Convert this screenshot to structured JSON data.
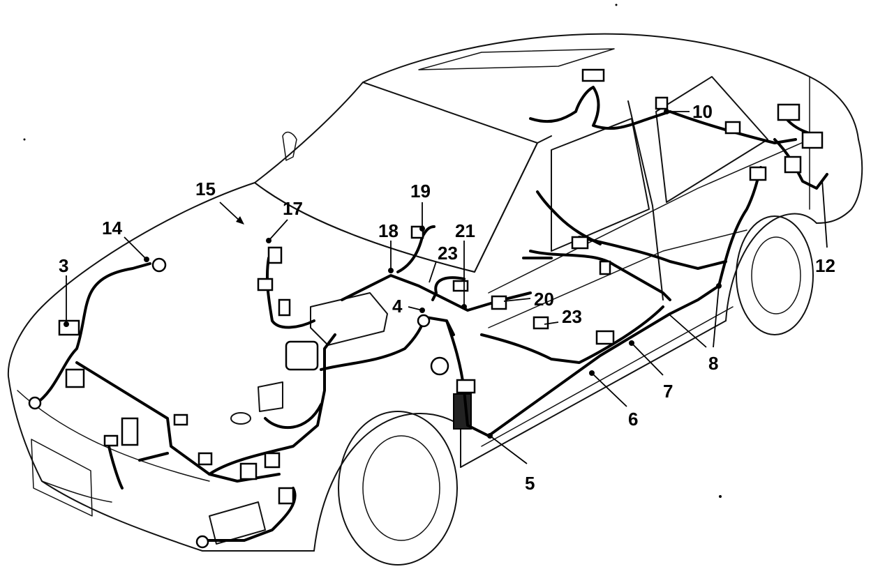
{
  "diagram": {
    "callouts": [
      {
        "id": "c3",
        "text": "3"
      },
      {
        "id": "c4",
        "text": "4"
      },
      {
        "id": "c5",
        "text": "5"
      },
      {
        "id": "c6",
        "text": "6"
      },
      {
        "id": "c7",
        "text": "7"
      },
      {
        "id": "c8",
        "text": "8"
      },
      {
        "id": "c10",
        "text": "10"
      },
      {
        "id": "c12",
        "text": "12"
      },
      {
        "id": "c14",
        "text": "14"
      },
      {
        "id": "c15",
        "text": "15"
      },
      {
        "id": "c17",
        "text": "17"
      },
      {
        "id": "c18",
        "text": "18"
      },
      {
        "id": "c19",
        "text": "19"
      },
      {
        "id": "c20",
        "text": "20"
      },
      {
        "id": "c21",
        "text": "21"
      },
      {
        "id": "c23a",
        "text": "23"
      },
      {
        "id": "c23b",
        "text": "23"
      }
    ]
  }
}
